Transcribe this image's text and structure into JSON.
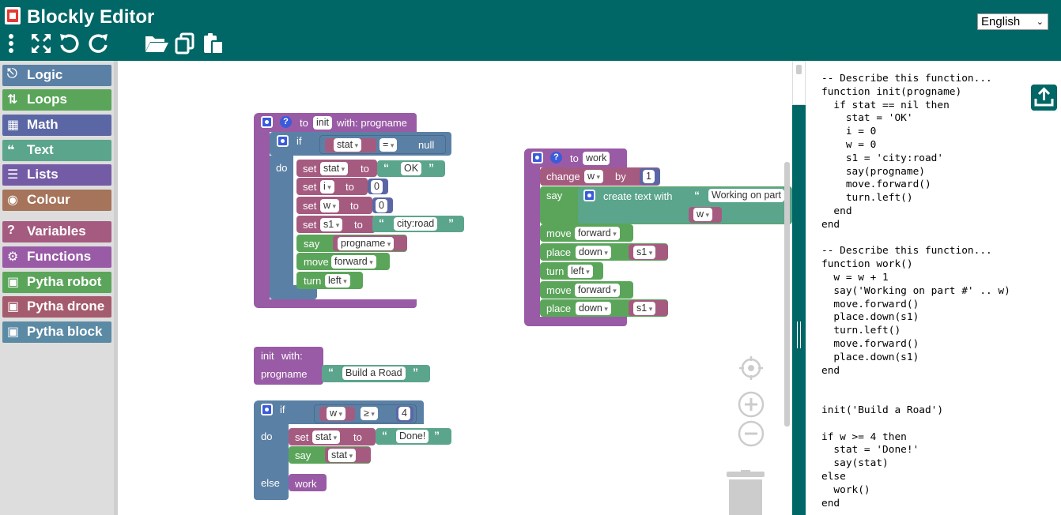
{
  "header": {
    "title": "Blockly Editor",
    "language": "English",
    "toolbar_icons": [
      "menu-dots-icon",
      "fullscreen-icon",
      "undo-icon",
      "redo-icon",
      "open-folder-icon",
      "copy-icon",
      "paste-icon"
    ]
  },
  "toolbox": {
    "categories": [
      {
        "label": "Logic",
        "color": "#5b80a5",
        "icon": "logic-icon"
      },
      {
        "label": "Loops",
        "color": "#5ba55b",
        "icon": "loops-icon"
      },
      {
        "label": "Math",
        "color": "#5b67a5",
        "icon": "math-icon"
      },
      {
        "label": "Text",
        "color": "#5ba58c",
        "icon": "text-icon"
      },
      {
        "label": "Lists",
        "color": "#745ba5",
        "icon": "lists-icon"
      },
      {
        "label": "Colour",
        "color": "#a5745b",
        "icon": "colour-icon"
      },
      {
        "label": "Variables",
        "color": "#a55b80",
        "icon": "variables-icon"
      },
      {
        "label": "Functions",
        "color": "#995ba5",
        "icon": "functions-icon"
      },
      {
        "label": "Pytha robot",
        "color": "#5ba55b",
        "icon": "robot-icon"
      },
      {
        "label": "Pytha drone",
        "color": "#a55b6e",
        "icon": "drone-icon"
      },
      {
        "label": "Pytha block",
        "color": "#5b8aa5",
        "icon": "block-icon"
      }
    ]
  },
  "colors": {
    "header": "#006666",
    "procedure": "#995ba5",
    "logic": "#5b80a5",
    "variables": "#a55b80",
    "text": "#5ba58c",
    "robot": "#5ba55b",
    "math": "#5b67a5"
  },
  "blocks": {
    "init_def": {
      "to": "to",
      "name": "init",
      "with": "with: progname",
      "if": "if",
      "var_stat": "stat",
      "eq": "=",
      "null": "null",
      "do": "do",
      "set1": "set",
      "set1_var": "stat",
      "set1_to": "to",
      "set1_val": "OK",
      "set2": "set",
      "set2_var": "i",
      "set2_to": "to",
      "set2_val": "0",
      "set3": "set",
      "set3_var": "w",
      "set3_to": "to",
      "set3_val": "0",
      "set4": "set",
      "set4_var": "s1",
      "set4_to": "to",
      "set4_val": "city:road",
      "say": "say",
      "say_var": "progname",
      "move": "move",
      "move_dir": "forward",
      "turn": "turn",
      "turn_dir": "left"
    },
    "work_def": {
      "to": "to",
      "name": "work",
      "change": "change",
      "change_var": "w",
      "by": "by",
      "by_val": "1",
      "say": "say",
      "create_text": "create text with",
      "text1": "Working on part",
      "text_var": "w",
      "move1": "move",
      "move1_dir": "forward",
      "place1": "place",
      "place1_dir": "down",
      "place1_var": "s1",
      "turn": "turn",
      "turn_dir": "left",
      "move2": "move",
      "move2_dir": "forward",
      "place2": "place",
      "place2_dir": "down",
      "place2_var": "s1"
    },
    "init_call": {
      "init": "init",
      "with": "with:",
      "param": "progname",
      "arg": "Build a Road"
    },
    "if_main": {
      "if": "if",
      "var": "w",
      "op": "≥",
      "num": "4",
      "do": "do",
      "set": "set",
      "set_var": "stat",
      "set_to": "to",
      "set_val": "Done!",
      "say": "say",
      "say_var": "stat",
      "else": "else",
      "work": "work"
    }
  },
  "code": {
    "lines": [
      "-- Describe this function...",
      "function init(progname)",
      "  if stat == nil then",
      "    stat = 'OK'",
      "    i = 0",
      "    w = 0",
      "    s1 = 'city:road'",
      "    say(progname)",
      "    move.forward()",
      "    turn.left()",
      "  end",
      "end",
      "",
      "-- Describe this function...",
      "function work()",
      "  w = w + 1",
      "  say('Working on part #' .. w)",
      "  move.forward()",
      "  place.down(s1)",
      "  turn.left()",
      "  move.forward()",
      "  place.down(s1)",
      "end",
      "",
      "",
      "init('Build a Road')",
      "",
      "if w >= 4 then",
      "  stat = 'Done!'",
      "  say(stat)",
      "else",
      "  work()",
      "end"
    ]
  }
}
